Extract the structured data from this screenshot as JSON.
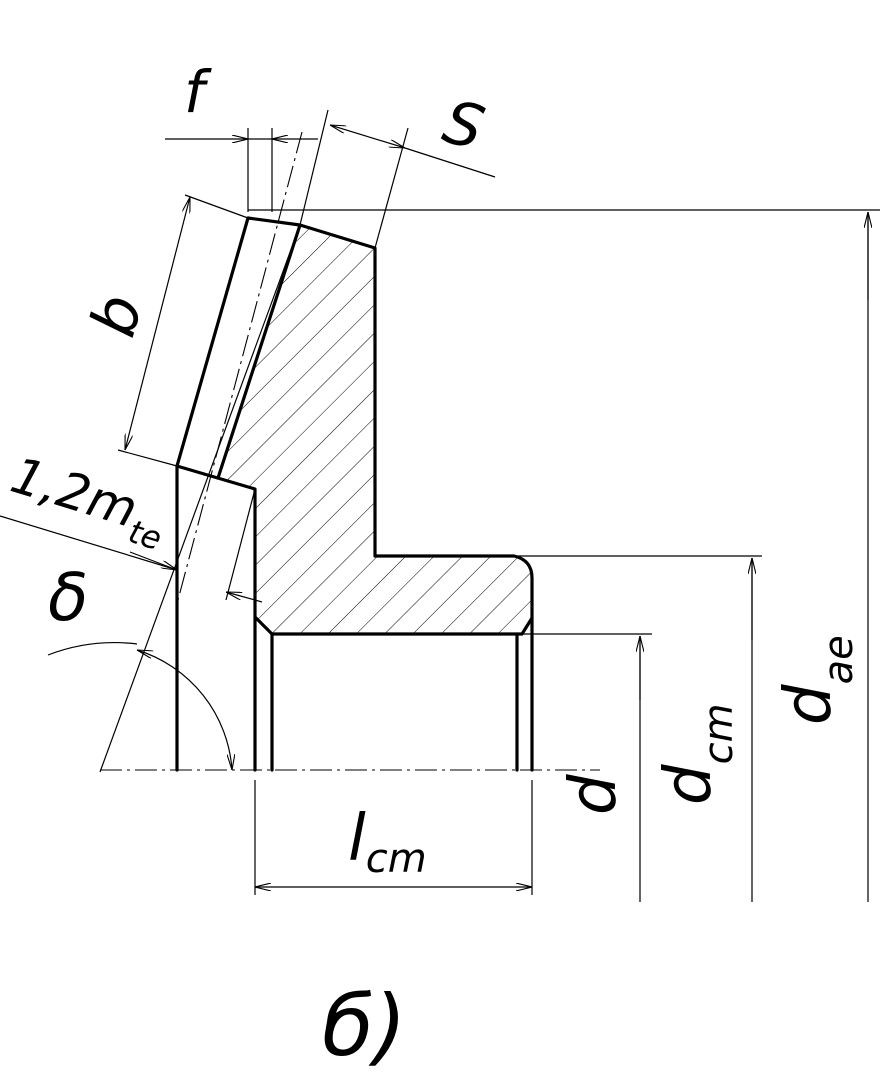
{
  "labels": {
    "f": "f",
    "s": "S",
    "b": "b",
    "mte_prefix": "1,2m",
    "mte_sub": "te",
    "delta": "δ",
    "d": "d",
    "dcm_main": "d",
    "dcm_sub": "cm",
    "dae_main": "d",
    "dae_sub": "ae",
    "lcm_main": "l",
    "lcm_sub": "cm",
    "caption": "б)"
  },
  "colors": {
    "ink": "#000000",
    "paper": "#ffffff"
  }
}
